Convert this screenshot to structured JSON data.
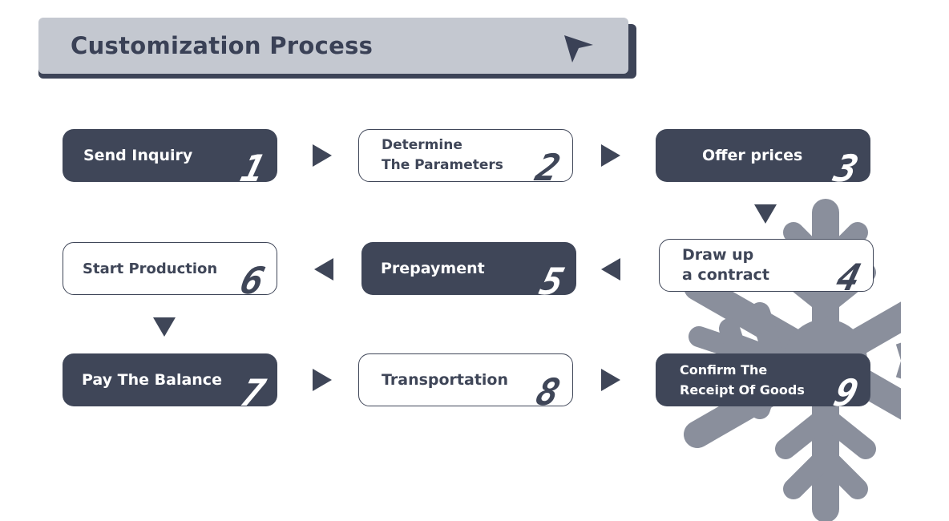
{
  "header": {
    "title": "Customization Process"
  },
  "steps": [
    {
      "label": "Send Inquiry",
      "number": "1",
      "style": "dark"
    },
    {
      "label": "Determine\nThe Parameters",
      "number": "2",
      "style": "light"
    },
    {
      "label": "Offer prices",
      "number": "3",
      "style": "dark"
    },
    {
      "label": "Draw up\na contract",
      "number": "4",
      "style": "light"
    },
    {
      "label": "Prepayment",
      "number": "5",
      "style": "dark"
    },
    {
      "label": "Start Production",
      "number": "6",
      "style": "light"
    },
    {
      "label": "Pay The Balance",
      "number": "7",
      "style": "dark"
    },
    {
      "label": "Transportation",
      "number": "8",
      "style": "light"
    },
    {
      "label": "Confirm The\nReceipt Of Goods",
      "number": "9",
      "style": "dark"
    }
  ],
  "colors": {
    "dark": "#3f4658",
    "header_bg": "#c4c8d0",
    "snowflake": "#8a8f9c"
  },
  "icons": {
    "header": "cursor-arrow-icon",
    "decoration": "snowflake-icon"
  }
}
